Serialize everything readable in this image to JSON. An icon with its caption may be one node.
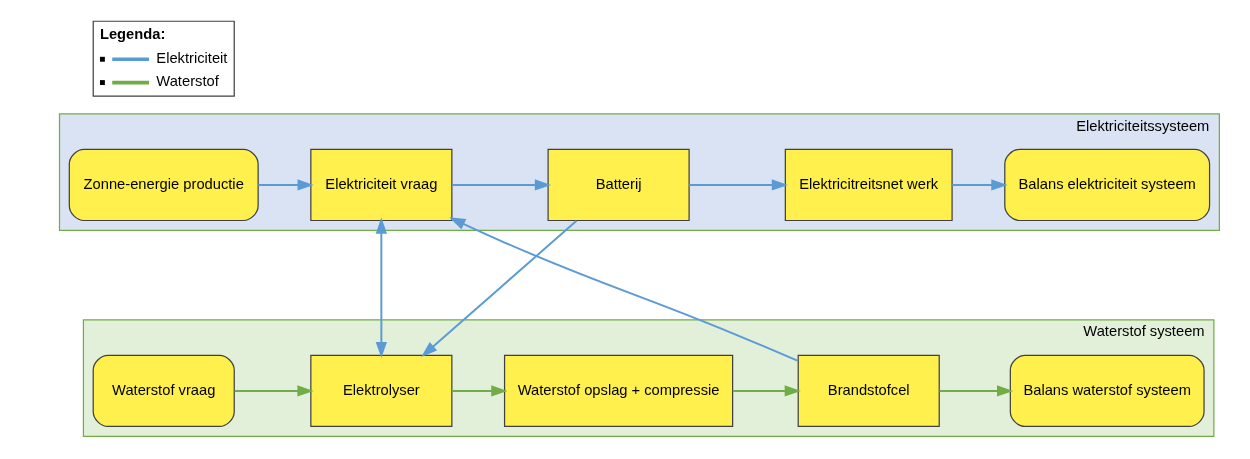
{
  "diagram": {
    "nodes": [
      {
        "text": [
          "Elektriciteitssysteem"
        ]
      },
      {
        "text": [
          "Zonne-energie productie"
        ],
        "in": 0
      },
      {
        "text": [
          "Elektriciteit vraag"
        ],
        "in": 0
      },
      {
        "text": [
          "Batterij"
        ],
        "in": 0
      },
      {
        "text": [
          "Elektricitreitsnet werk"
        ],
        "in": 0
      },
      {
        "text": [
          "Balans elektriciteit systeem"
        ],
        "in": 0
      },
      {
        "text": [
          "Waterstof systeem"
        ]
      },
      {
        "text": [
          "Waterstof vraag"
        ],
        "in": 6
      },
      {
        "text": [
          "Elektrolyser"
        ],
        "in": 6
      },
      {
        "text": [
          "Waterstof opslag + compressie"
        ],
        "in": 6
      },
      {
        "text": [
          "Brandstofcel"
        ],
        "in": 6
      },
      {
        "text": [
          "Balans waterstof systeem"
        ],
        "in": 6
      }
    ],
    "edges": [
      {
        "from": 1,
        "to": 2,
        "arrow": "to"
      },
      {
        "from": 2,
        "to": 3,
        "arrow": "to"
      },
      {
        "from": 3,
        "to": 4,
        "arrow": "to"
      },
      {
        "from": 4,
        "to": 5,
        "arrow": "to"
      },
      {
        "from": 2,
        "to": 8,
        "arrow": "both"
      },
      {
        "from": 3,
        "to": 8,
        "arrow": "to"
      },
      {
        "from": 10,
        "to": 2,
        "arrow": "to"
      },
      {
        "from": 7,
        "to": 8,
        "arrow": "to",
        "color": "#70ad47"
      },
      {
        "from": 8,
        "to": 9,
        "arrow": "to",
        "color": "#70ad47"
      },
      {
        "from": 9,
        "to": 10,
        "arrow": "to",
        "color": "#70ad47"
      },
      {
        "from": 10,
        "to": 11,
        "arrow": "to",
        "color": "#70ad47"
      }
    ],
    "labels": [
      "Legenda:"
    ],
    "legend": [
      {
        "text": "Elektriciteit"
      },
      {
        "text": "Waterstof"
      }
    ]
  }
}
